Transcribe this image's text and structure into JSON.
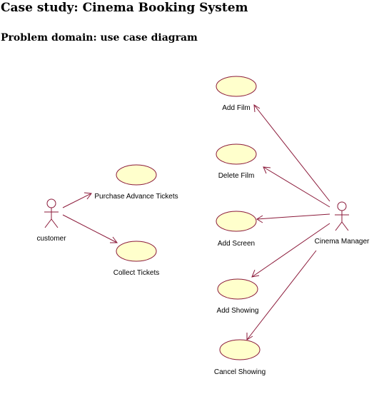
{
  "page": {
    "title": "Case study: Cinema Booking System",
    "subtitle": "Problem domain: use case diagram"
  },
  "diagram": {
    "actors": {
      "customer": "customer",
      "manager": "Cinema Manager"
    },
    "use_cases": {
      "purchase": "Purchase Advance Tickets",
      "collect": "Collect Tickets",
      "add_film": "Add Film",
      "delete_film": "Delete Film",
      "add_screen": "Add Screen",
      "add_showing": "Add Showing",
      "cancel_showing": "Cancel Showing"
    },
    "colors": {
      "use_case_fill": "#ffffcc",
      "line": "#8b1a3a"
    }
  }
}
